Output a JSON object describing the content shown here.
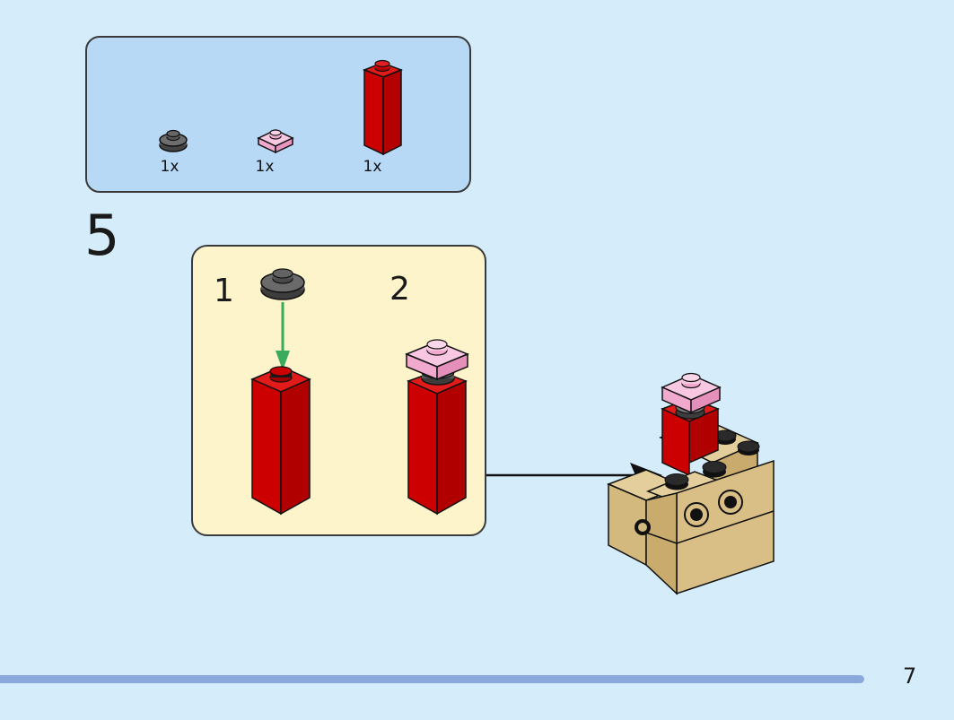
{
  "parts_list": [
    {
      "name": "1x1 round plate",
      "color": "dark grey",
      "quantity": "1x"
    },
    {
      "name": "1x1 plate",
      "color": "pink",
      "quantity": "1x"
    },
    {
      "name": "1x1x3 brick",
      "color": "red",
      "quantity": "1x"
    }
  ],
  "step": {
    "number": "5"
  },
  "sub_steps": [
    {
      "number": "1"
    },
    {
      "number": "2"
    }
  ],
  "page": {
    "number": "7"
  },
  "colors": {
    "background": "#d5ecfa",
    "parts_box": "#b7d9f5",
    "sub_box": "#fef4cb",
    "red": "#d40000",
    "pink": "#f5b4d6",
    "grey": "#5a5a5a",
    "tan": "#d9bf86",
    "arrow_green": "#3aaa5c",
    "progress": "#8aa8dc"
  }
}
